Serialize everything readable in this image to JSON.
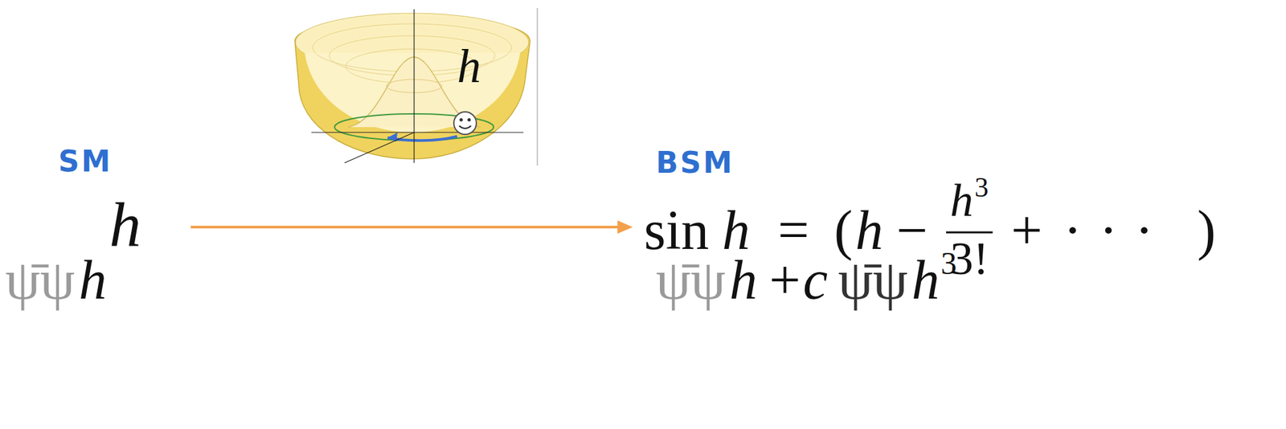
{
  "diagram": {
    "labels": [
      "h",
      "SM",
      "BSM",
      "h",
      "sin",
      "h",
      "=",
      "(",
      "h",
      "−",
      "h",
      "3",
      "3!",
      "+",
      "···",
      ")",
      "ψ̄ψ",
      "h",
      "ψ̄ψ",
      "h",
      "+",
      "c",
      "ψ̄ψ",
      "h",
      "3"
    ]
  }
}
